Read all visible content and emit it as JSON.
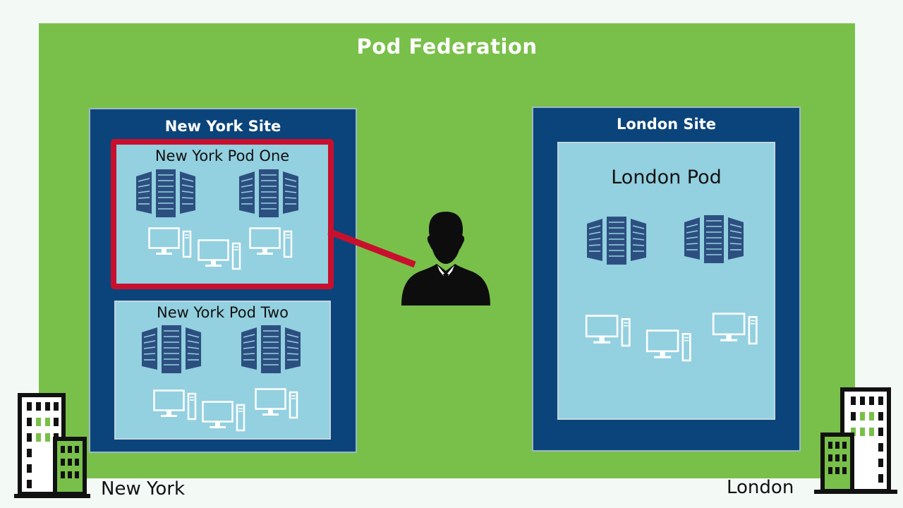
{
  "diagram": {
    "title": "Pod Federation",
    "sites": [
      {
        "name": "New York Site",
        "pods": [
          {
            "name": "New York Pod One",
            "highlighted": true
          },
          {
            "name": "New York Pod Two",
            "highlighted": false
          }
        ]
      },
      {
        "name": "London Site",
        "pods": [
          {
            "name": "London Pod",
            "highlighted": false
          }
        ]
      }
    ],
    "cities": [
      {
        "name": "New York"
      },
      {
        "name": "London"
      }
    ],
    "user": {
      "icon": "businessman-icon"
    },
    "colors": {
      "federation_bg": "#79c04a",
      "site_bg": "#0b447b",
      "pod_bg": "#93d0e0",
      "highlight": "#c8102e",
      "server": "#2d4f80"
    }
  }
}
